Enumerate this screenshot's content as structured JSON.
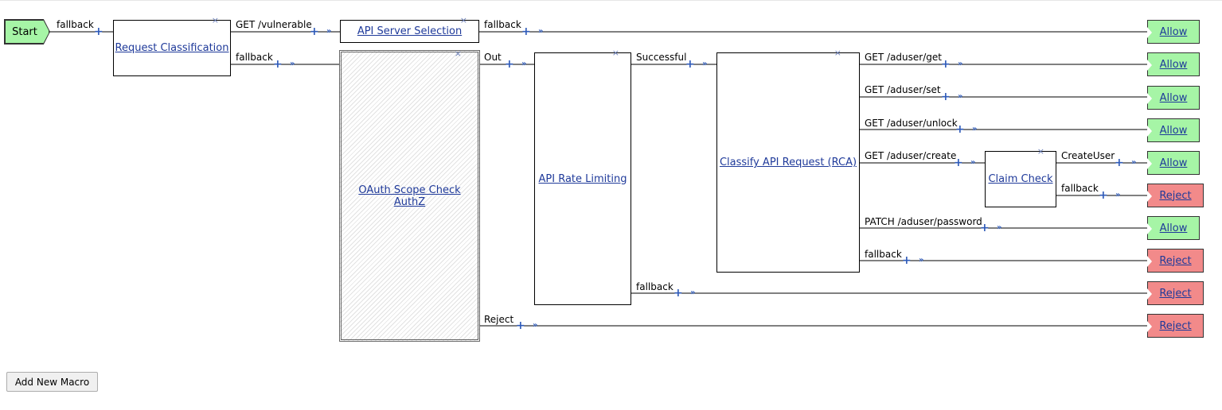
{
  "start_label": "Start",
  "nodes": {
    "request_classification": "Request Classification",
    "api_server_selection": "API Server Selection",
    "oauth_scope_check": "OAuth Scope Check AuthZ",
    "api_rate_limiting": "API Rate Limiting",
    "classify_api_request": "Classify API Request (RCA)",
    "claim_check": "Claim Check"
  },
  "branches": {
    "start_fallback": "fallback",
    "rc_get_vulnerable": "GET /vulnerable",
    "rc_fallback": "fallback",
    "ass_fallback": "fallback",
    "oauth_out": "Out",
    "oauth_reject": "Reject",
    "rl_successful": "Successful",
    "rl_fallback": "fallback",
    "rca_get": "GET /aduser/get",
    "rca_set": "GET /aduser/set",
    "rca_unlock": "GET /aduser/unlock",
    "rca_create": "GET /aduser/create",
    "rca_patch": "PATCH /aduser/password",
    "rca_fallback": "fallback",
    "cc_createuser": "CreateUser",
    "cc_fallback": "fallback"
  },
  "terminals": {
    "allow": "Allow",
    "reject": "Reject"
  },
  "icons": {
    "plus": "+",
    "arrow": "»",
    "close": "×"
  },
  "add_new_macro_label": "Add New Macro",
  "colors": {
    "allow": "#a6f5a6",
    "reject": "#f28a8a",
    "link": "#1f3a9a",
    "connector": "#2e5ab8"
  }
}
